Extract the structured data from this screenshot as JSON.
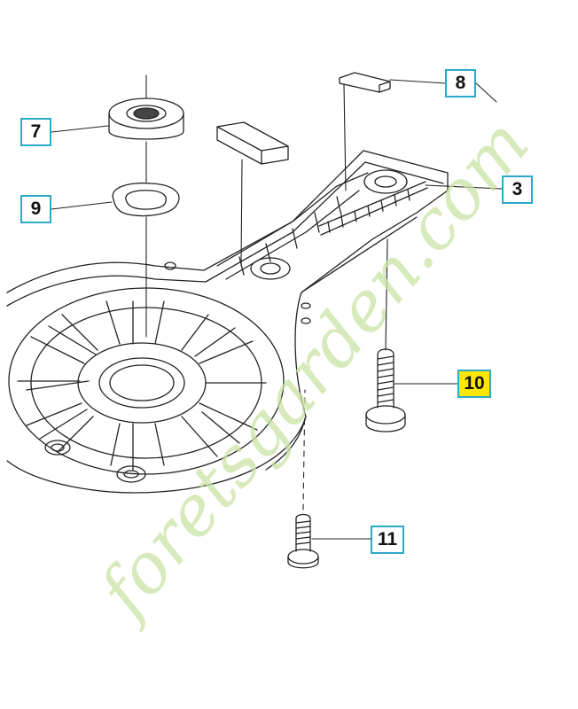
{
  "diagram": {
    "callouts": [
      {
        "id": "7",
        "label": "7",
        "highlighted": false
      },
      {
        "id": "9",
        "label": "9",
        "highlighted": false
      },
      {
        "id": "8",
        "label": "8",
        "highlighted": false
      },
      {
        "id": "3",
        "label": "3",
        "highlighted": false
      },
      {
        "id": "10",
        "label": "10",
        "highlighted": true
      },
      {
        "id": "11",
        "label": "11",
        "highlighted": false
      }
    ],
    "colors": {
      "callout_border": "#2aa9c8",
      "highlight": "#ffe600",
      "line": "#222222",
      "watermark_green": "#c9e3a4",
      "watermark_orange": "#f7c39a"
    }
  },
  "watermark": {
    "text": "foretsgarden.com"
  }
}
